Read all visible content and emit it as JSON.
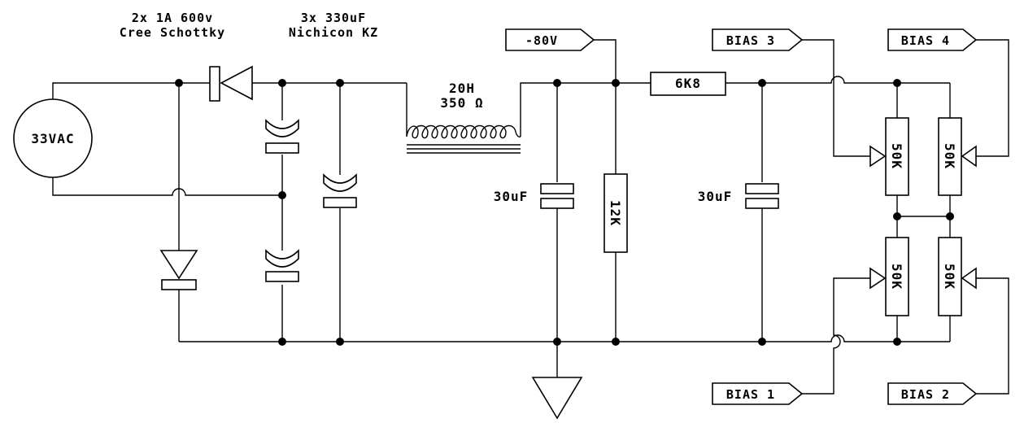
{
  "labels": {
    "diode_line1": "2x 1A 600v",
    "diode_line2": "Cree Schottky",
    "cap_line1": "3x 330uF",
    "cap_line2": "Nichicon KZ",
    "source": "33VAC",
    "choke_line1": "20H",
    "choke_line2": "350 Ω",
    "neg_rail": "-80V",
    "r_series": "6K8",
    "r_bleed": "12K",
    "cap1": "30uF",
    "cap2": "30uF",
    "pot1": "50K",
    "pot2": "50K",
    "pot3": "50K",
    "pot4": "50K",
    "bias1": "BIAS 1",
    "bias2": "BIAS 2",
    "bias3": "BIAS 3",
    "bias4": "BIAS 4"
  }
}
